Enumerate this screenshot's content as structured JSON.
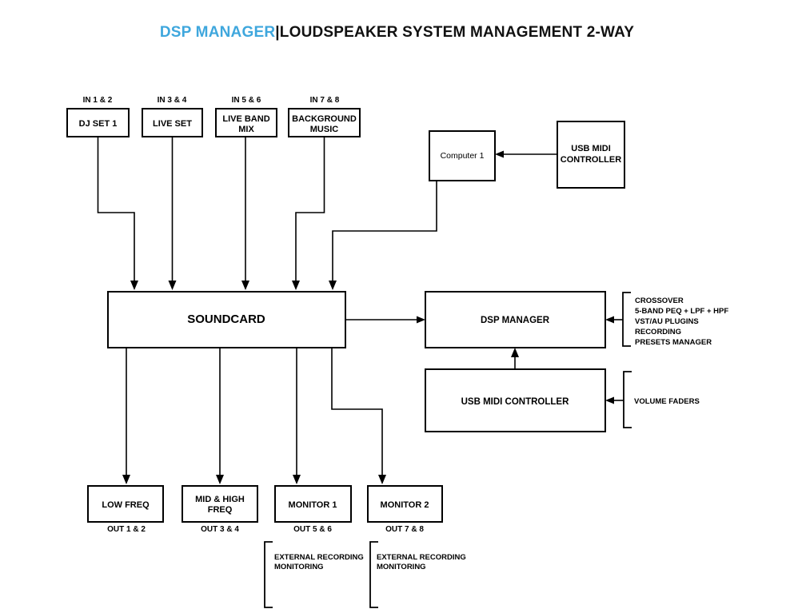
{
  "header": {
    "brand": "DSP MANAGER",
    "separator": "|",
    "subtitle": "LOUDSPEAKER SYSTEM MANAGEMENT 2-WAY",
    "brand_color": "#3fa7dd",
    "text_color": "#111111"
  },
  "diagram": {
    "type": "block-diagram",
    "background": "#ffffff",
    "line_color": "#000000",
    "inputs": [
      {
        "port": "IN 1 & 2",
        "label": "DJ SET 1",
        "lines": [
          "DJ SET 1"
        ]
      },
      {
        "port": "IN 3 & 4",
        "label": "LIVE SET",
        "lines": [
          "LIVE SET"
        ]
      },
      {
        "port": "IN 5 & 6",
        "label": "LIVE BAND MIX",
        "lines": [
          "LIVE BAND",
          "MIX"
        ]
      },
      {
        "port": "IN 7 & 8",
        "label": "BACKGROUND MUSIC",
        "lines": [
          "BACKGROUND",
          "MUSIC"
        ]
      }
    ],
    "computer": {
      "label": "Computer 1"
    },
    "usb_midi_top": {
      "lines": [
        "USB MIDI",
        "CONTROLLER"
      ],
      "label": "USB MIDI CONTROLLER"
    },
    "soundcard": {
      "label": "SOUNDCARD"
    },
    "dsp_manager": {
      "label": "DSP MANAGER"
    },
    "dsp_features": [
      "CROSSOVER",
      "5-BAND PEQ + LPF + HPF",
      "VST/AU PLUGINS",
      "RECORDING",
      "PRESETS MANAGER"
    ],
    "usb_midi_bottom": {
      "label": "USB MIDI CONTROLLER"
    },
    "usb_midi_features": [
      "VOLUME FADERS"
    ],
    "outputs": [
      {
        "port": "OUT 1 & 2",
        "label": "LOW FREQ",
        "lines": [
          "LOW FREQ"
        ]
      },
      {
        "port": "OUT 3 & 4",
        "label": "MID & HIGH FREQ",
        "lines": [
          "MID & HIGH",
          "FREQ"
        ]
      },
      {
        "port": "OUT 5 & 6",
        "label": "MONITOR 1",
        "lines": [
          "MONITOR 1"
        ]
      },
      {
        "port": "OUT 7 & 8",
        "label": "MONITOR 2",
        "lines": [
          "MONITOR 2"
        ]
      }
    ],
    "monitor_notes": [
      {
        "lines": [
          "EXTERNAL RECORDING",
          "MONITORING"
        ],
        "label": "EXTERNAL RECORDING MONITORING"
      },
      {
        "lines": [
          "EXTERNAL RECORDING",
          "MONITORING"
        ],
        "label": "EXTERNAL RECORDING MONITORING"
      }
    ]
  }
}
